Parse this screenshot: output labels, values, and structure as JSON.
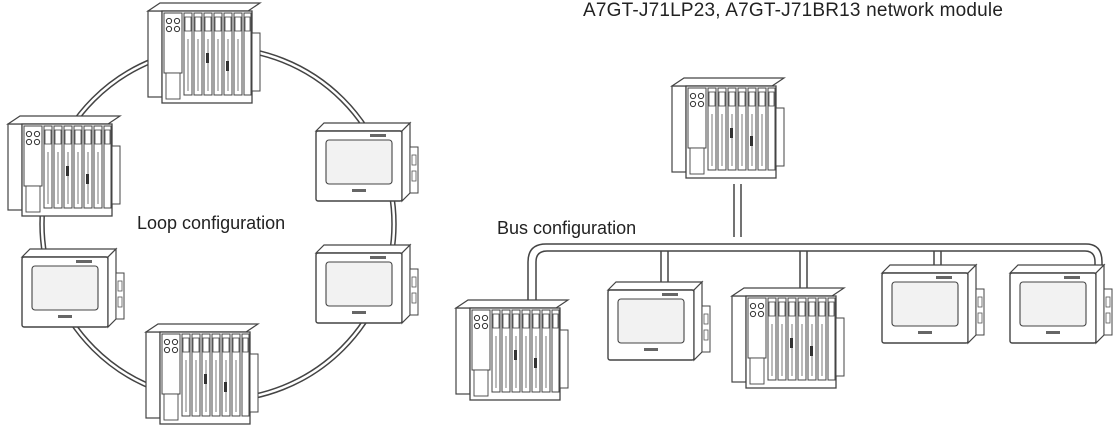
{
  "labels": {
    "module_title": "A7GT-J71LP23, A7GT-J71BR13 network module",
    "loop": "Loop configuration",
    "bus": "Bus configuration"
  },
  "colors": {
    "line": "#444444",
    "fill": "#ffffff",
    "screen": "#f2f2f2"
  },
  "devices": {
    "loop_plc": [
      "plc-rack",
      "plc-rack",
      "plc-rack"
    ],
    "loop_hmi": [
      "got-panel",
      "got-panel",
      "got-panel"
    ],
    "bus_plc": [
      "plc-rack",
      "plc-rack",
      "plc-rack"
    ],
    "bus_hmi": [
      "got-panel",
      "got-panel",
      "got-panel"
    ]
  }
}
